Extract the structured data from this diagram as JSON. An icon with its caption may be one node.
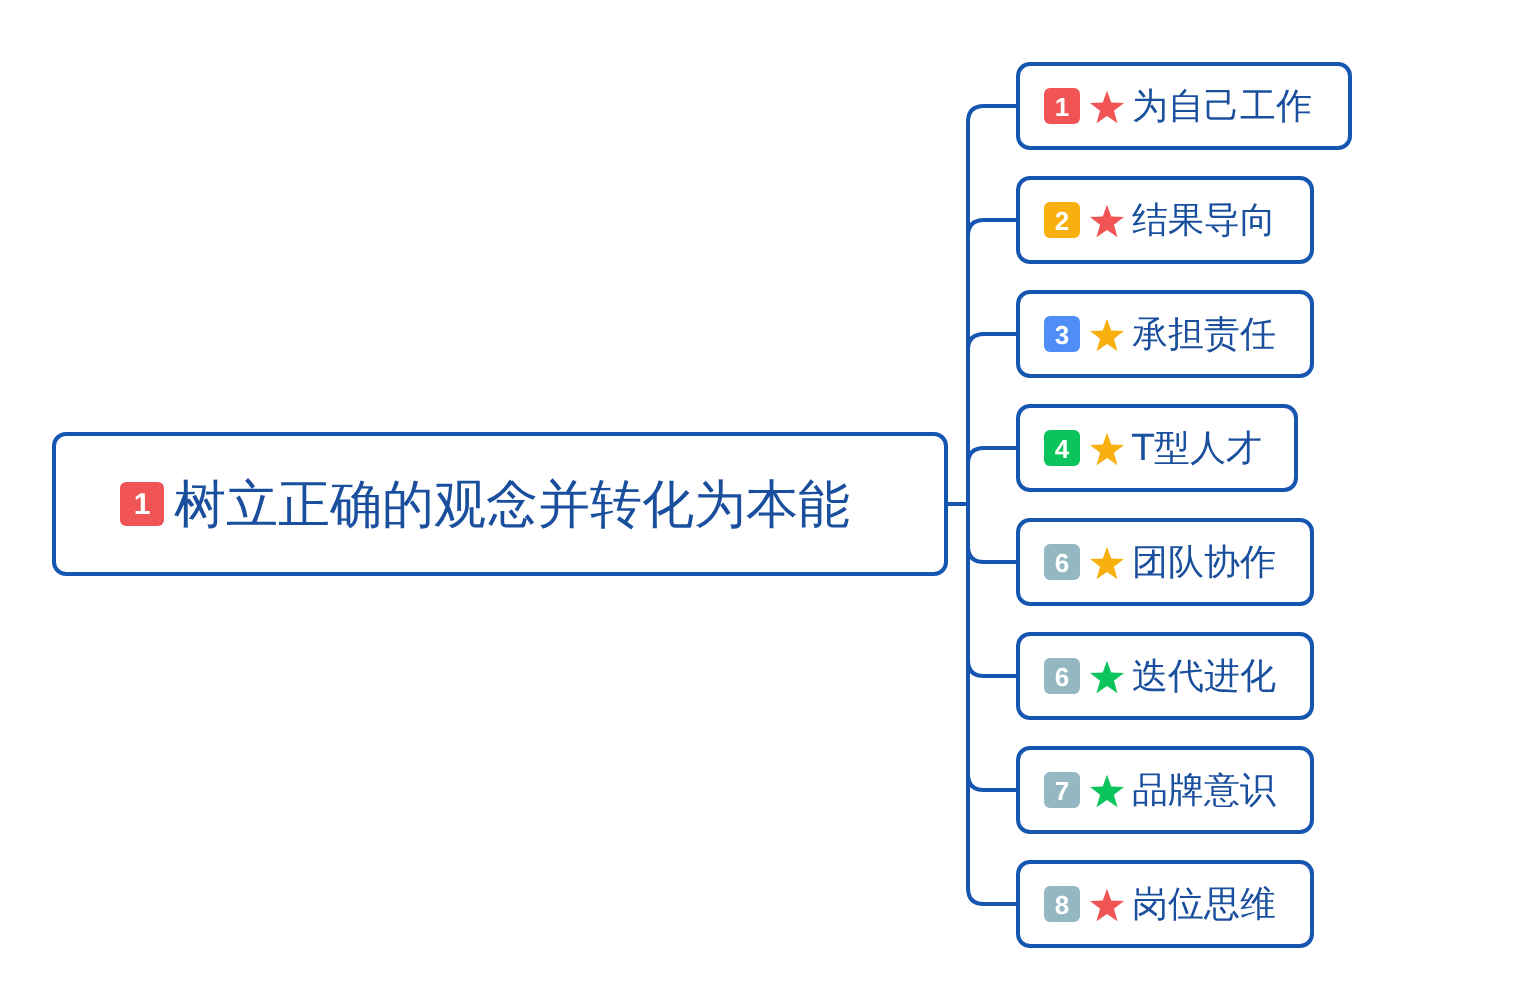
{
  "diagram": {
    "nodes": [
      {
        "text": [
          "1",
          "树立正确的观念并转化为本能"
        ]
      },
      {
        "text": [
          "1",
          "为自己工作"
        ]
      },
      {
        "text": [
          "2",
          "结果导向"
        ]
      },
      {
        "text": [
          "3",
          "承担责任"
        ]
      },
      {
        "text": [
          "4",
          "T型人才"
        ]
      },
      {
        "text": [
          "6",
          "团队协作"
        ]
      },
      {
        "text": [
          "6",
          "迭代进化"
        ]
      },
      {
        "text": [
          "7",
          "品牌意识"
        ]
      },
      {
        "text": [
          "8",
          "岗位思维"
        ]
      }
    ],
    "edges": [
      {
        "from": 0,
        "to": 1,
        "arrow": "none"
      },
      {
        "from": 0,
        "to": 2,
        "arrow": "none"
      },
      {
        "from": 0,
        "to": 3,
        "arrow": "none"
      },
      {
        "from": 0,
        "to": 4,
        "arrow": "none"
      },
      {
        "from": 0,
        "to": 5,
        "arrow": "none"
      },
      {
        "from": 0,
        "to": 6,
        "arrow": "none"
      },
      {
        "from": 0,
        "to": 7,
        "arrow": "none"
      },
      {
        "from": 0,
        "to": 8,
        "arrow": "none"
      }
    ]
  }
}
